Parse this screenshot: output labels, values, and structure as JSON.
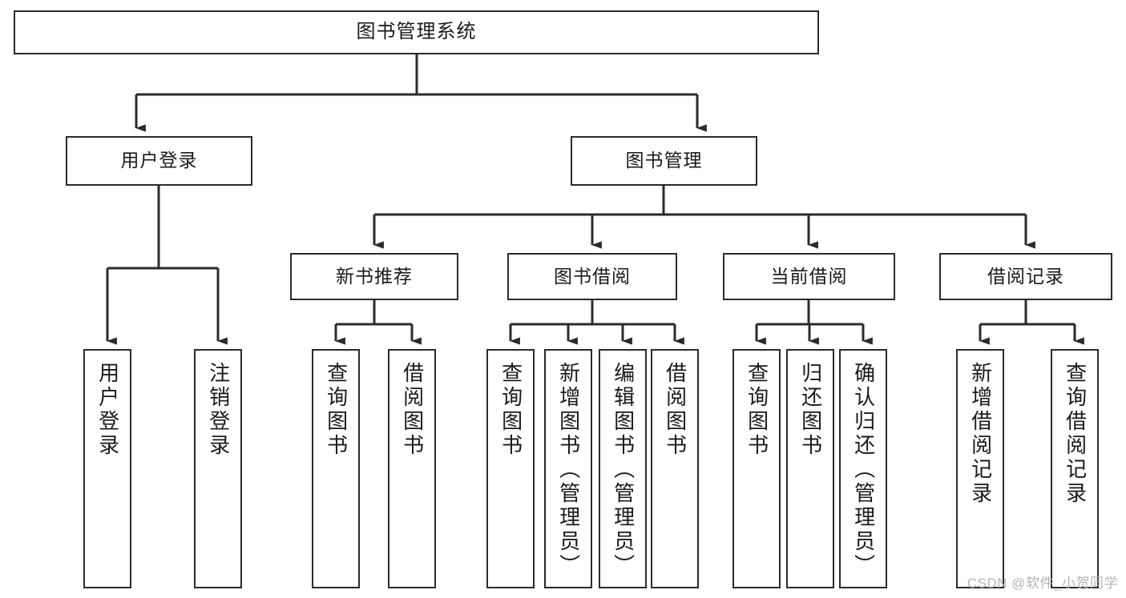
{
  "diagram": {
    "title": "图书管理系统",
    "type": "tree",
    "orientation": "top-down",
    "line_color": "#2b2b2b",
    "box_fill": "#ffffff",
    "text_color": "#1a1a1a"
  },
  "nodes": {
    "root": {
      "label": "图书管理系统",
      "level": 1
    },
    "level2": [
      {
        "id": "user_login",
        "label": "用户登录"
      },
      {
        "id": "book_manage",
        "label": "图书管理"
      }
    ],
    "level3": [
      {
        "id": "new_book_rec",
        "label": "新书推荐",
        "parent": "book_manage"
      },
      {
        "id": "book_borrow",
        "label": "图书借阅",
        "parent": "book_manage"
      },
      {
        "id": "current_borrow",
        "label": "当前借阅",
        "parent": "book_manage"
      },
      {
        "id": "borrow_record",
        "label": "借阅记录",
        "parent": "book_manage"
      }
    ],
    "leaves": [
      {
        "id": "leaf_user_login",
        "label": "用户登录",
        "parent": "user_login"
      },
      {
        "id": "leaf_user_logout",
        "label": "注销登录",
        "parent": "user_login"
      },
      {
        "id": "leaf_query_book_1",
        "label": "查询图书",
        "parent": "new_book_rec"
      },
      {
        "id": "leaf_borrow_book_1",
        "label": "借阅图书",
        "parent": "new_book_rec"
      },
      {
        "id": "leaf_query_book_2",
        "label": "查询图书",
        "parent": "book_borrow"
      },
      {
        "id": "leaf_add_book",
        "label": "新增图书（管理员）",
        "parent": "book_borrow"
      },
      {
        "id": "leaf_edit_book",
        "label": "编辑图书（管理员）",
        "parent": "book_borrow"
      },
      {
        "id": "leaf_borrow_book_2",
        "label": "借阅图书",
        "parent": "book_borrow"
      },
      {
        "id": "leaf_query_book_3",
        "label": "查询图书",
        "parent": "current_borrow"
      },
      {
        "id": "leaf_return_book",
        "label": "归还图书",
        "parent": "current_borrow"
      },
      {
        "id": "leaf_confirm_return",
        "label": "确认归还（管理员）",
        "parent": "current_borrow"
      },
      {
        "id": "leaf_add_record",
        "label": "新增借阅记录",
        "parent": "borrow_record"
      },
      {
        "id": "leaf_query_record",
        "label": "查询借阅记录",
        "parent": "borrow_record"
      }
    ]
  },
  "watermark": {
    "text": "CSDN @软件_小贺同学"
  }
}
